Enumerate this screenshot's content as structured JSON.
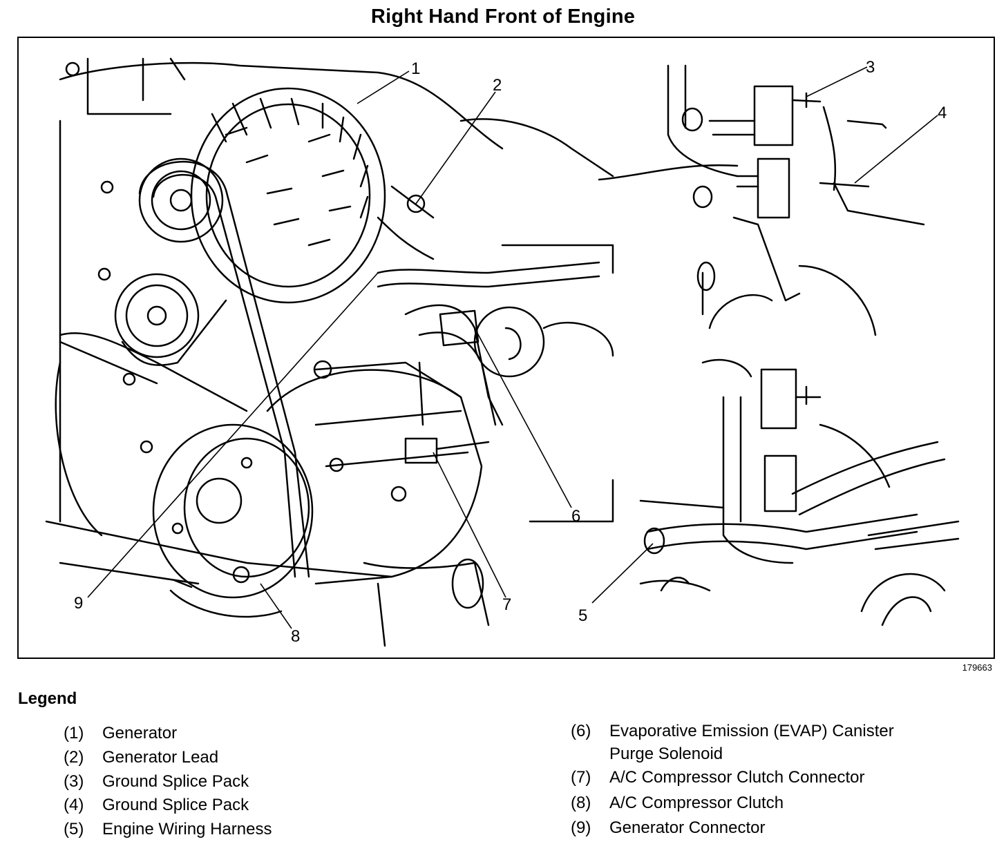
{
  "title": "Right Hand Front of Engine",
  "figure_id": "179663",
  "legend": {
    "heading": "Legend",
    "items": [
      {
        "num": "(1)",
        "label": "Generator"
      },
      {
        "num": "(2)",
        "label": "Generator Lead"
      },
      {
        "num": "(3)",
        "label": "Ground Splice Pack"
      },
      {
        "num": "(4)",
        "label": "Ground Splice Pack"
      },
      {
        "num": "(5)",
        "label": "Engine Wiring Harness"
      },
      {
        "num": "(6)",
        "label": "Evaporative Emission (EVAP) Canister",
        "label2": "Purge Solenoid"
      },
      {
        "num": "(7)",
        "label": "A/C Compressor Clutch Connector"
      },
      {
        "num": "(8)",
        "label": "A/C Compressor Clutch"
      },
      {
        "num": "(9)",
        "label": "Generator Connector"
      }
    ]
  },
  "callouts": [
    "1",
    "2",
    "3",
    "4",
    "5",
    "6",
    "7",
    "8",
    "9"
  ],
  "colors": {
    "ink": "#000000",
    "paper": "#ffffff"
  }
}
